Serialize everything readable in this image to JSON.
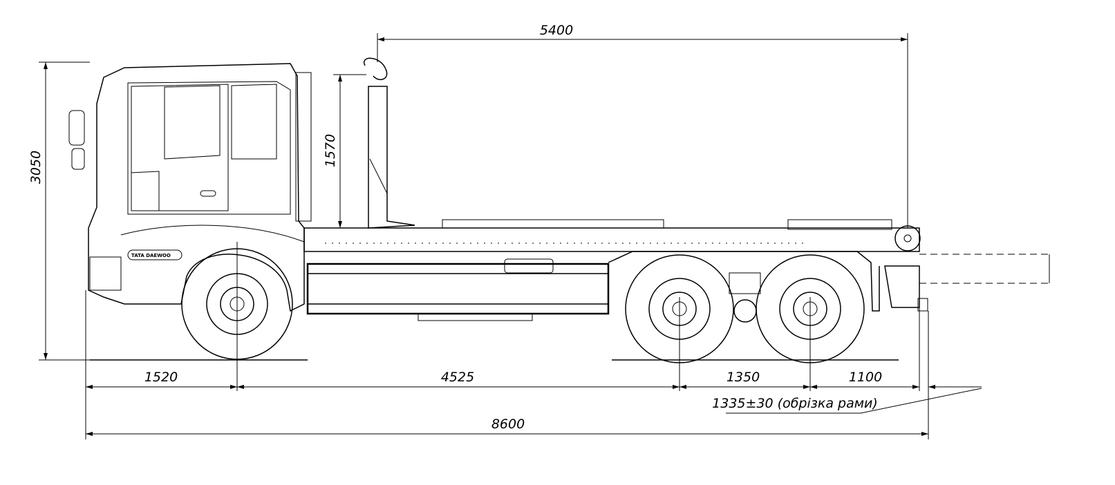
{
  "drawing": {
    "brand_logo": "TATA DAEWOO",
    "dimensions": {
      "overall_length": "8600",
      "overall_height": "3050",
      "hook_length": "5400",
      "hook_height": "1570",
      "front_overhang": "1520",
      "wheelbase": "4525",
      "rear_axle_spacing": "1350",
      "rear_overhang": "1100",
      "frame_cut_note": "1335±30 (обрізка рами)"
    }
  }
}
